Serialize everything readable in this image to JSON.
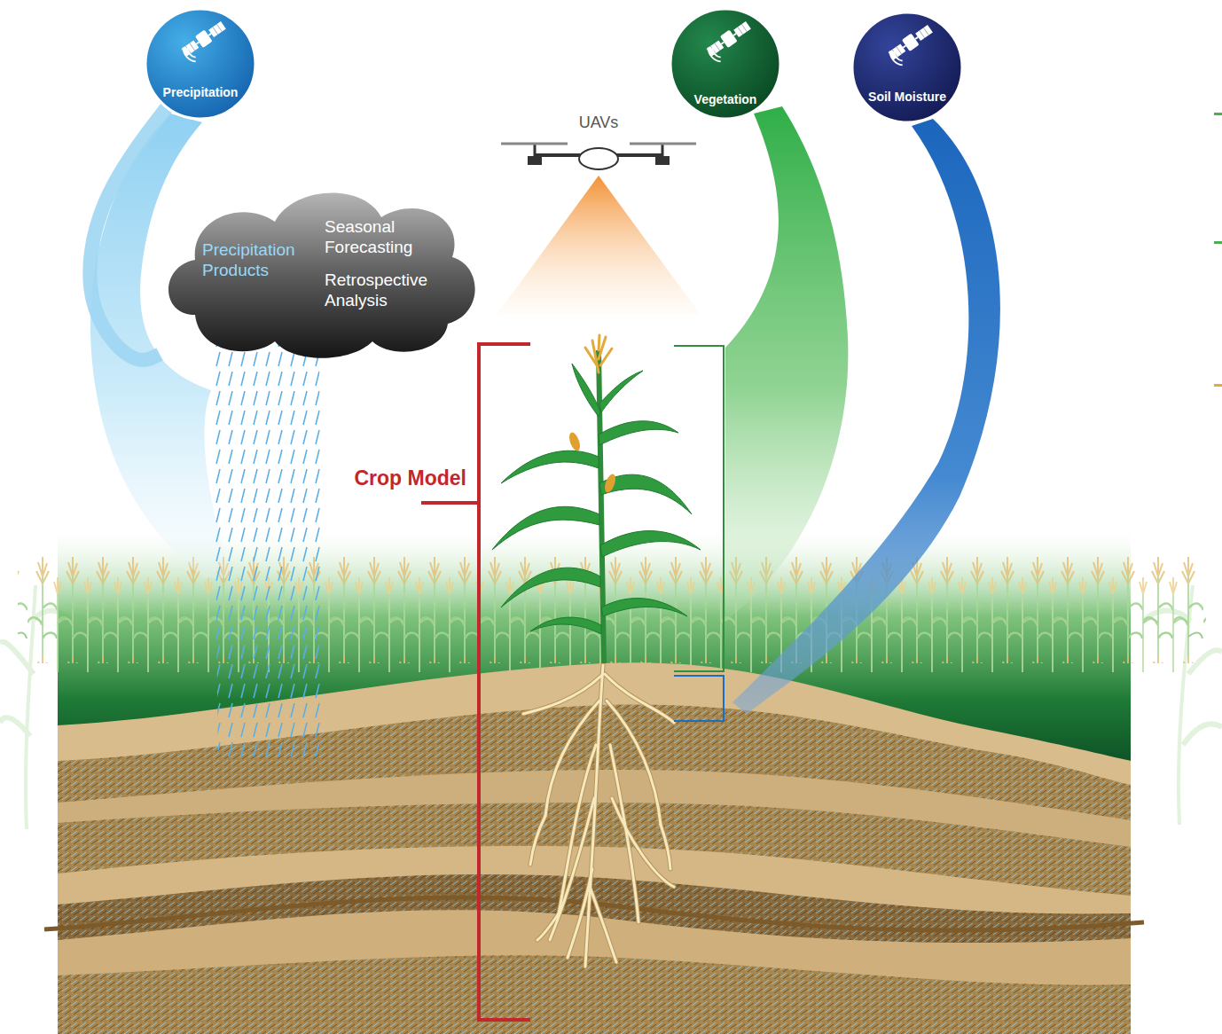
{
  "diagram": {
    "nodes": [
      {
        "text": [
          "Precipitation"
        ]
      },
      {
        "text": [
          "Precipitation Products",
          "Seasonal Forecasting",
          "Retrospective Analysis"
        ]
      },
      {
        "text": [
          "Vegetation"
        ]
      },
      {
        "text": [
          "Soil Moisture"
        ]
      }
    ],
    "edges": [
      {
        "from": 0,
        "to": 1,
        "arrow": "none"
      }
    ],
    "labels": [
      "UAVs",
      "Crop Model"
    ]
  }
}
